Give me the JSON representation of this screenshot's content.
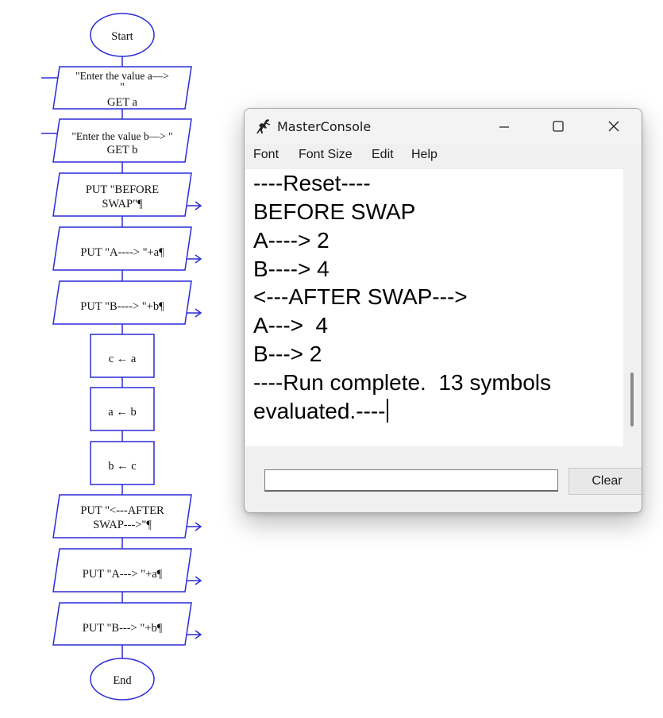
{
  "flowchart": {
    "start_label": "Start",
    "end_label": "End",
    "get_a": {
      "prompt_line1": "\"Enter the value a—>",
      "prompt_line2": "\"",
      "command": "GET a"
    },
    "get_b": {
      "prompt_line1": "\"Enter the value b—> \"",
      "command": "GET b"
    },
    "put_before": {
      "line1": "PUT \"BEFORE",
      "line2": "SWAP\"¶"
    },
    "put_a1": "PUT \"A----> \"+a¶",
    "put_b1": "PUT \"B----> \"+b¶",
    "assign_1": "c ← a",
    "assign_2": "a ← b",
    "assign_3": "b ← c",
    "put_after": {
      "line1": "PUT \"<---AFTER",
      "line2": "SWAP--->\"¶"
    },
    "put_a2": "PUT \"A--->  \"+a¶",
    "put_b2": "PUT \"B---> \"+b¶",
    "line_color": "#2b2bd8"
  },
  "console": {
    "title": "MasterConsole",
    "menu": [
      "Font",
      "Font Size",
      "Edit",
      "Help"
    ],
    "output_lines": [
      "----Reset----",
      "BEFORE SWAP",
      "A----> 2",
      "B----> 4",
      "<---AFTER SWAP--->",
      "A--->  4",
      "B---> 2",
      "----Run complete.  13 symbols",
      "evaluated.----"
    ],
    "input_value": "",
    "clear_label": "Clear"
  }
}
